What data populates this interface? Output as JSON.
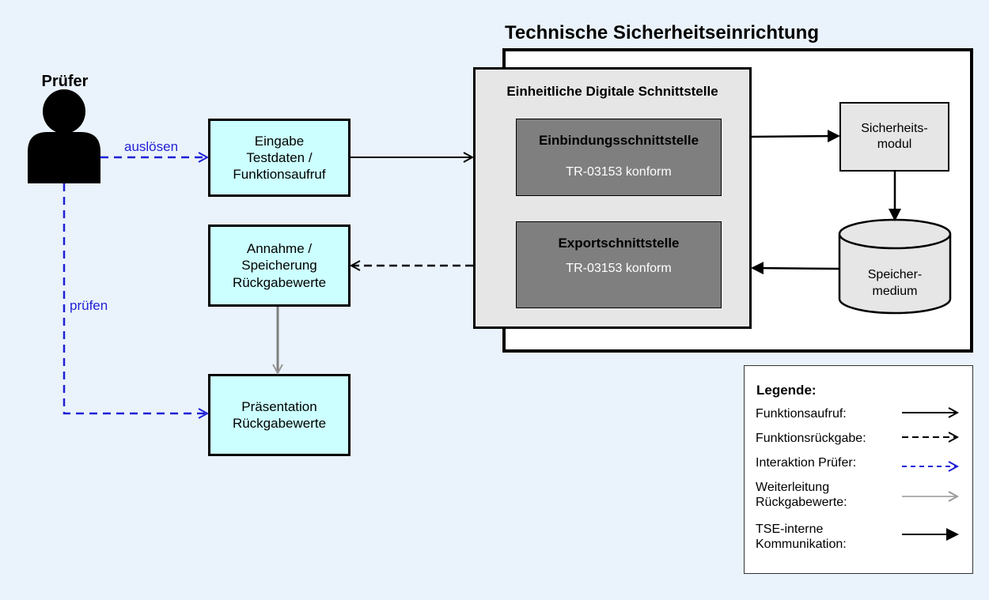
{
  "tse": {
    "title": "Technische Sicherheitseinrichtung",
    "interface_title": "Einheitliche Digitale Schnittstelle",
    "einbindung": {
      "title": "Einbindungsschnittstelle",
      "subtitle": "TR-03153 konform"
    },
    "export": {
      "title": "Exportschnittstelle",
      "subtitle": "TR-03153 konform"
    },
    "security_module": {
      "line1": "Sicherheits-",
      "line2": "modul"
    },
    "storage": {
      "line1": "Speicher-",
      "line2": "medium"
    }
  },
  "actor": {
    "label": "Prüfer",
    "icon": "person-icon"
  },
  "boxes": {
    "input": {
      "line1": "Eingabe",
      "line2": "Testdaten /",
      "line3": "Funktionsaufruf"
    },
    "receive": {
      "line1": "Annahme /",
      "line2": "Speicherung",
      "line3": "Rückgabewerte"
    },
    "present": {
      "line1": "Präsentation",
      "line2": "Rückgabewerte"
    }
  },
  "edge_labels": {
    "trigger": "auslösen",
    "check": "prüfen"
  },
  "legend": {
    "title": "Legende:",
    "items": [
      {
        "line1": "Funktionsaufruf:",
        "line2": ""
      },
      {
        "line1": "Funktionsrückgabe:",
        "line2": ""
      },
      {
        "line1": "Interaktion Prüfer:",
        "line2": ""
      },
      {
        "line1": "Weiterleitung",
        "line2": "Rückgabewerte:"
      },
      {
        "line1": "TSE-interne",
        "line2": "Kommunikation:"
      }
    ]
  },
  "colors": {
    "background": "#eaf3fb",
    "box_fill": "#ccffff",
    "interface_fill": "#e6e6e6",
    "inner_fill": "#7f7f7f",
    "interaction_blue": "#1f1fd6",
    "forward_gray": "#808080"
  }
}
